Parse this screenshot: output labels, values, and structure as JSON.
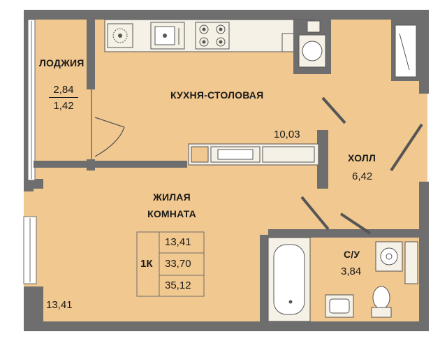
{
  "colors": {
    "wall": "#6e6e6e",
    "floor": "#f1c88f",
    "fixture_fill": "#f6f1e6",
    "fixture_line": "#555555"
  },
  "rooms": {
    "loggia": {
      "name": "ЛОДЖИЯ",
      "area_a": "2,84",
      "area_b": "1,42"
    },
    "kitchen": {
      "name": "КУХНЯ-СТОЛОВАЯ",
      "area": "10,03"
    },
    "hall": {
      "name": "ХОЛЛ",
      "area": "6,42"
    },
    "living": {
      "name_line1": "ЖИЛАЯ",
      "name_line2": "КОМНАТА",
      "area": "13,41"
    },
    "bathroom": {
      "name": "С/У",
      "area": "3,84"
    }
  },
  "summary": {
    "type": "1К",
    "living_area": "13,41",
    "total_area": "33,70",
    "total_with_loggia": "35,12"
  },
  "icons": [
    "stove-icon",
    "sink-icon",
    "washing-machine-icon",
    "bathtub-icon",
    "toilet-icon",
    "wardrobe-icon",
    "boiler-icon"
  ]
}
